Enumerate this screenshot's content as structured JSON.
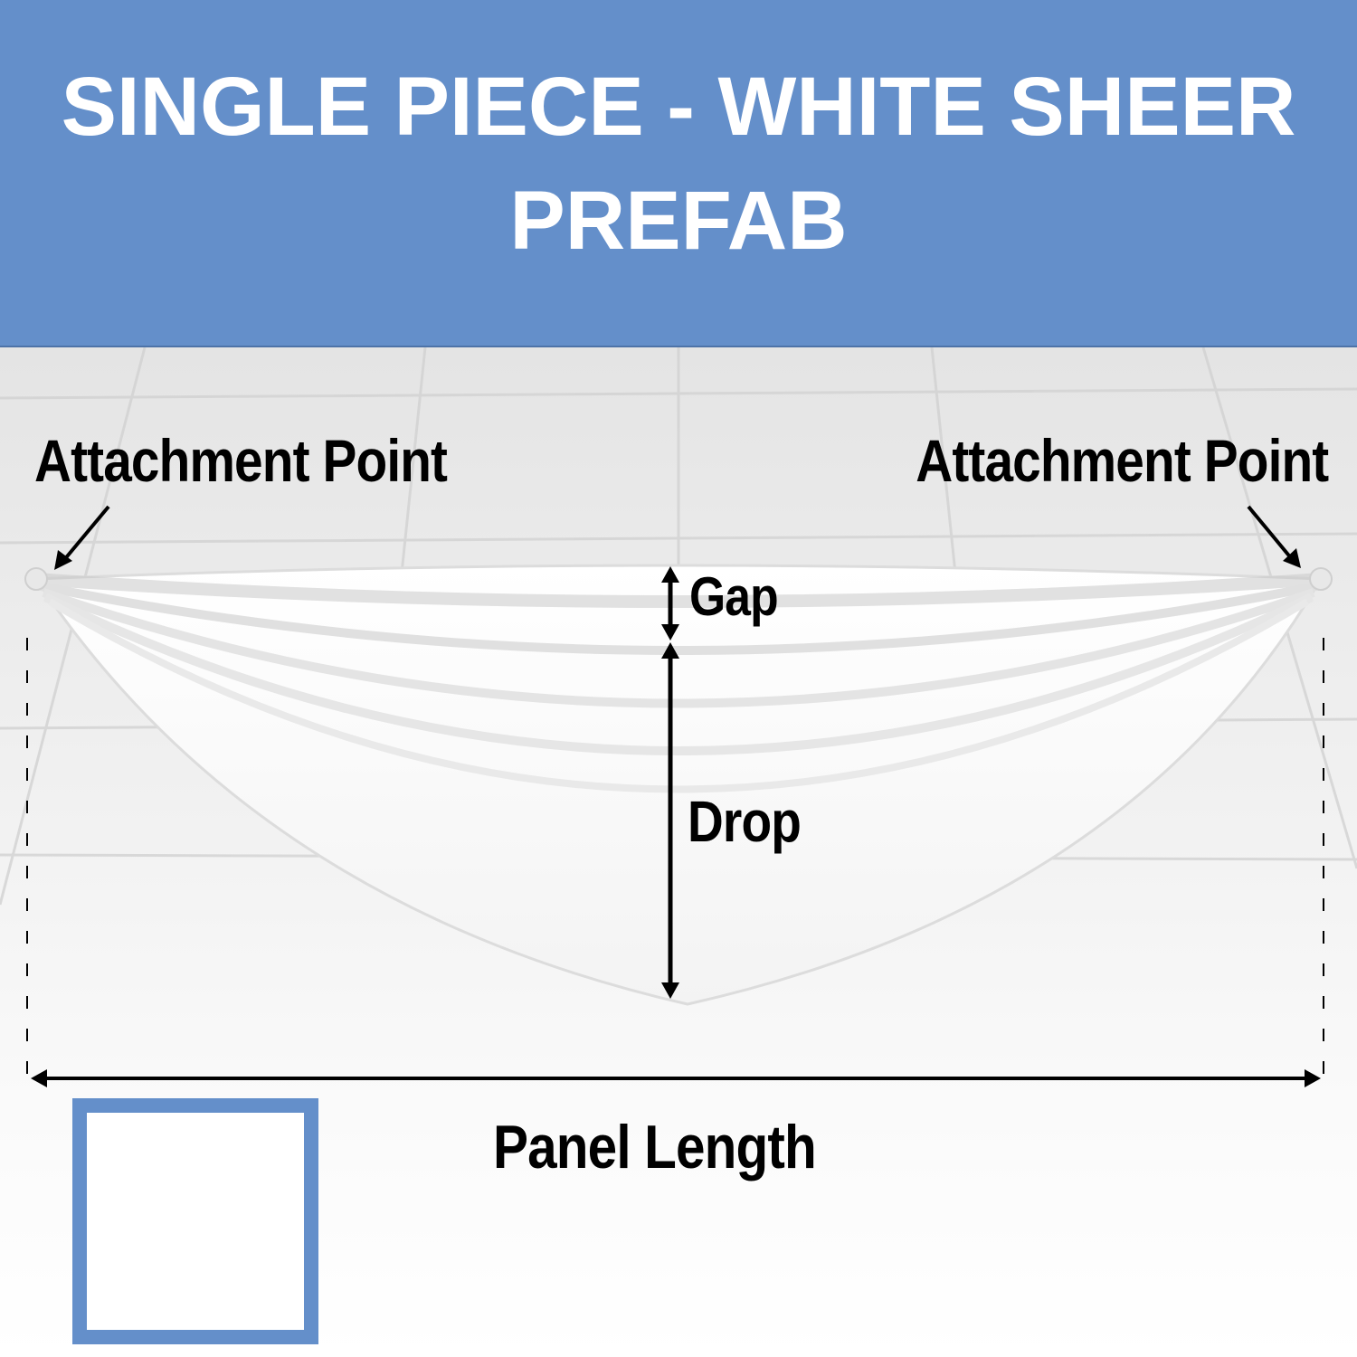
{
  "banner": {
    "title_line1": "SINGLE PIECE - WHITE SHEER",
    "title_line2": "PREFAB",
    "color": "#648fca"
  },
  "diagram": {
    "attachment_left": "Attachment Point",
    "attachment_right": "Attachment Point",
    "gap": "Gap",
    "drop": "Drop",
    "panel_length": "Panel Length"
  },
  "swatch": {
    "border_color": "#648fca",
    "fill_color": "#ffffff"
  }
}
